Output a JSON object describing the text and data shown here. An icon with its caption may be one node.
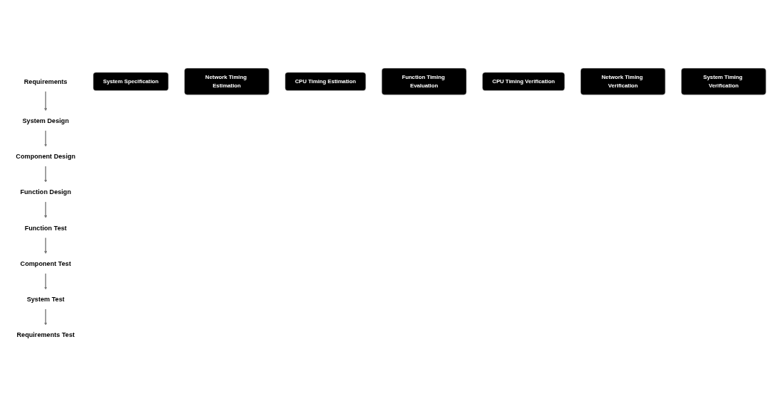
{
  "diagram": {
    "nodes": [
      {
        "text": [
          "Requirements"
        ]
      },
      {
        "text": [
          "System Specification"
        ]
      },
      {
        "text": [
          "System Design"
        ]
      },
      {
        "text": [
          "Network Timing Estimation"
        ]
      },
      {
        "text": [
          "Component Design"
        ]
      },
      {
        "text": [
          "CPU Timing Estimation"
        ]
      },
      {
        "text": [
          "Function Design"
        ]
      },
      {
        "text": [
          "Function Timing Evaluation"
        ]
      },
      {
        "text": [
          "Function Test"
        ]
      },
      {
        "text": [
          "Component Test"
        ]
      },
      {
        "text": [
          "CPU Timing Verification"
        ]
      },
      {
        "text": [
          "System Test"
        ]
      },
      {
        "text": [
          "Network Timing Verification"
        ]
      },
      {
        "text": [
          "Requirements Test"
        ]
      },
      {
        "text": [
          "System Timing Verification"
        ]
      }
    ],
    "edges": [
      {
        "from": 0,
        "to": 2,
        "arrow": "to"
      },
      {
        "from": 2,
        "to": 4,
        "arrow": "to"
      },
      {
        "from": 4,
        "to": 6,
        "arrow": "to"
      },
      {
        "from": 6,
        "to": 8,
        "arrow": "to"
      },
      {
        "from": 8,
        "to": 9,
        "arrow": "to"
      },
      {
        "from": 9,
        "to": 11,
        "arrow": "to"
      },
      {
        "from": 11,
        "to": 13,
        "arrow": "to"
      }
    ]
  }
}
